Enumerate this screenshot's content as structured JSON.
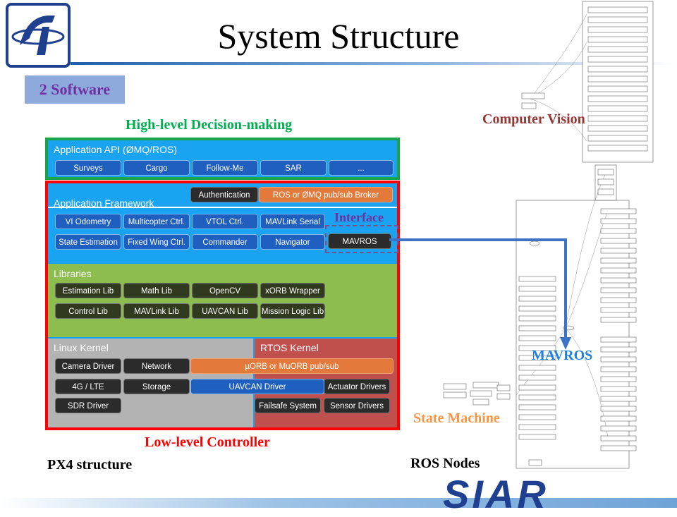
{
  "header": {
    "title": "System Structure",
    "logo_text": "SIAR"
  },
  "section": {
    "label": "2 Software"
  },
  "captions": {
    "high_level": "High-level Decision-making",
    "low_level": "Low-level Controller",
    "px4": "PX4 structure",
    "ros_nodes": "ROS Nodes",
    "computer_vision": "Computer Vision",
    "mavros": "MAVROS",
    "state_machine": "State Machine",
    "interface": "Interface"
  },
  "api_panel": {
    "label": "Application API (ØMQ/ROS)",
    "buttons": [
      "Surveys",
      "Cargo",
      "Follow-Me",
      "SAR",
      "..."
    ]
  },
  "framework_panel": {
    "label": "Application Framework",
    "auth": "Authentication",
    "broker": "ROS or ØMQ pub/sub Broker",
    "row1": [
      "VI Odometry",
      "Multicopter Ctrl.",
      "VTOL Ctrl.",
      "MAVLink Serial"
    ],
    "row2": [
      "State Estimation",
      "Fixed Wing Ctrl.",
      "Commander",
      "Navigator"
    ],
    "mavros": "MAVROS"
  },
  "libraries_panel": {
    "label": "Libraries",
    "row1": [
      "Estimation Lib",
      "Math Lib",
      "OpenCV",
      "xORB Wrapper"
    ],
    "row2": [
      "Control Lib",
      "MAVLink Lib",
      "UAVCAN Lib",
      "Mission Logic Lib"
    ]
  },
  "linux_panel": {
    "label": "Linux Kernel",
    "left": [
      "Camera Driver",
      "4G / LTE",
      "SDR Driver"
    ],
    "mid": [
      "Network",
      "Storage"
    ]
  },
  "rtos_panel": {
    "label": "RTOS Kernel",
    "uorb": "µORB or MuORB pub/sub",
    "uavcan": "UAVCAN Driver",
    "actuator": "Actuator Drivers",
    "failsafe": "Failsafe System",
    "sensor": "Sensor Drivers"
  },
  "colors": {
    "green_frame": "#19a34a",
    "red_frame": "#ff0000",
    "api_bg": "#1aa3f0",
    "lib_bg": "#8cbd4e",
    "linux_bg": "#b3b3b3",
    "rtos_bg": "#c0504d",
    "arrow": "#3d73c6"
  }
}
